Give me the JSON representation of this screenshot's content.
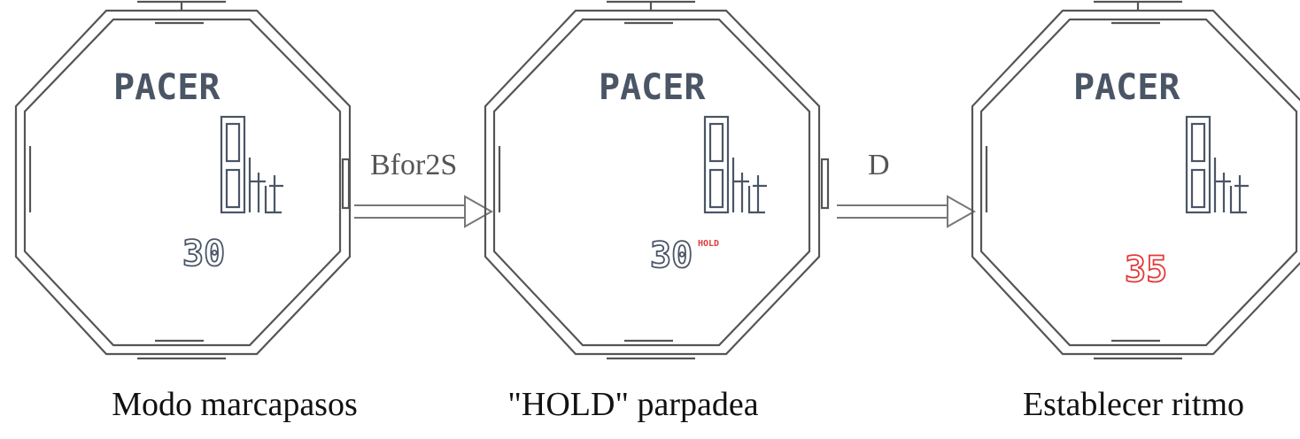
{
  "panels": [
    {
      "title": "PACER",
      "value": "30",
      "hold_badge": "",
      "value_color": "#4a5566",
      "caption": "Modo marcapasos"
    },
    {
      "title": "PACER",
      "value": "30",
      "hold_badge": "HOLD",
      "value_color": "#4a5566",
      "caption": "\"HOLD\" parpadea"
    },
    {
      "title": "PACER",
      "value": "35",
      "hold_badge": "",
      "value_color": "#e23a3a",
      "caption": "Establecer ritmo"
    }
  ],
  "arrows": [
    {
      "label": "Bfor2S"
    },
    {
      "label": "D"
    }
  ],
  "colors": {
    "outline": "#555555",
    "lcd_text": "#4a5566",
    "highlight": "#e23a3a"
  }
}
